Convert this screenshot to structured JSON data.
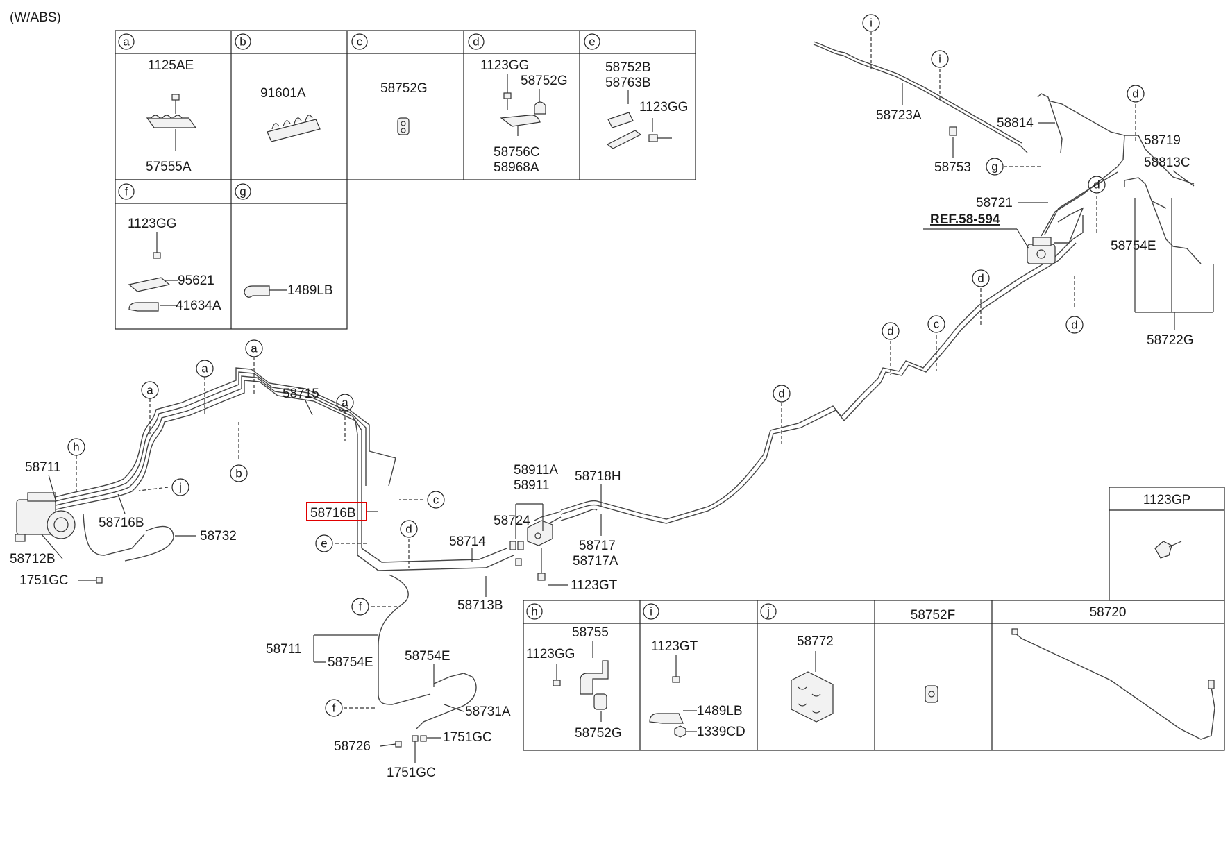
{
  "header": {
    "variant": "(W/ABS)"
  },
  "legend_top": {
    "boxes": [
      {
        "key": "a",
        "parts": [
          "1125AE",
          "57555A"
        ]
      },
      {
        "key": "b",
        "parts": [
          "91601A"
        ]
      },
      {
        "key": "c",
        "parts": [
          "58752G"
        ]
      },
      {
        "key": "d",
        "parts": [
          "1123GG",
          "58752G",
          "58756C",
          "58968A"
        ]
      },
      {
        "key": "e",
        "parts": [
          "58752B",
          "58763B",
          "1123GG"
        ]
      },
      {
        "key": "f",
        "parts": [
          "1123GG",
          "95621",
          "41634A"
        ]
      },
      {
        "key": "g",
        "parts": [
          "1489LB"
        ]
      }
    ]
  },
  "legend_bottom": {
    "boxes": [
      {
        "key": "h",
        "parts": [
          "58755",
          "1123GG",
          "58752G"
        ]
      },
      {
        "key": "i",
        "parts": [
          "1123GT",
          "1489LB",
          "1339CD"
        ]
      },
      {
        "key": "j",
        "parts": [
          "58772"
        ]
      },
      {
        "key": "",
        "title": "58752F"
      },
      {
        "key": "",
        "title": "58720"
      }
    ],
    "side_box": {
      "title": "1123GP"
    }
  },
  "callouts": {
    "a": "a",
    "b": "b",
    "c": "c",
    "d": "d",
    "e": "e",
    "f": "f",
    "g": "g",
    "h": "h",
    "i": "i",
    "j": "j"
  },
  "labels": {
    "p58715": "58715",
    "p58711": "58711",
    "p58716B_left": "58716B",
    "p58716B_hl": "58716B",
    "p58712B": "58712B",
    "p58732": "58732",
    "p1751GC_a": "1751GC",
    "p58714": "58714",
    "p58713B": "58713B",
    "p58911A": "58911A",
    "p58911": "58911",
    "p58724": "58724",
    "p58718H": "58718H",
    "p58717": "58717",
    "p58717A": "58717A",
    "p1123GT": "1123GT",
    "p58711_b": "58711",
    "p58754E_a": "58754E",
    "p58754E_b": "58754E",
    "p58731A": "58731A",
    "p58726": "58726",
    "p1751GC_b": "1751GC",
    "p1751GC_c": "1751GC",
    "p58723A": "58723A",
    "p58814": "58814",
    "p58753": "58753",
    "p58719": "58719",
    "p58813C": "58813C",
    "p58721": "58721",
    "ref": "REF.58-594",
    "p58754E_c": "58754E",
    "p58722G": "58722G"
  }
}
